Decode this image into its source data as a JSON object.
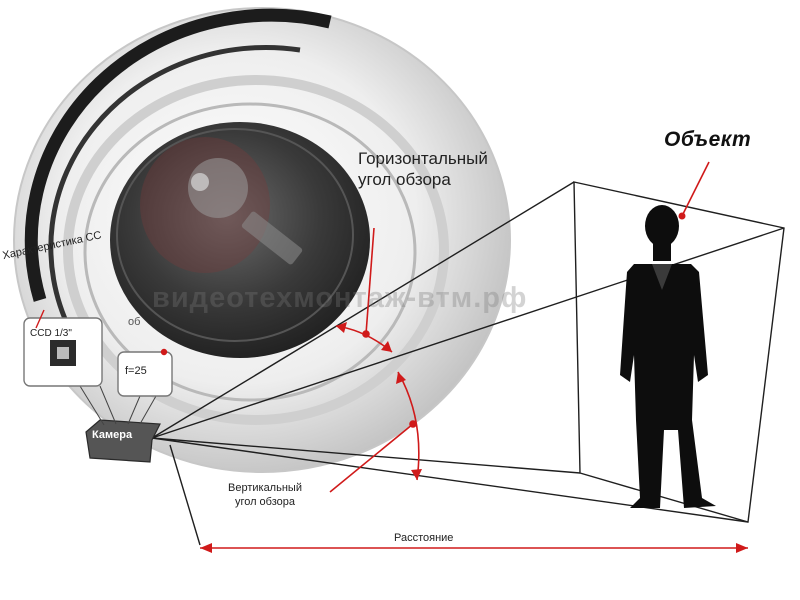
{
  "labels": {
    "horizontal_angle_line1": "Горизонтальный",
    "horizontal_angle_line2": "угол обзора",
    "object": "Объект",
    "vertical_angle_line1": "Вертикальный",
    "vertical_angle_line2": "угол обзора",
    "distance": "Расстояние",
    "camera": "Камера",
    "sensor": "CCD 1/3\"",
    "focal": "f=25",
    "sensor_characteristic": "Характеристика CC",
    "lens_fragment": "об"
  },
  "watermark": "видеотехмонтаж-втм.рф",
  "colors": {
    "accent_red": "#d01a1a",
    "line_dark": "#1f1f1f",
    "silhouette": "#0d0d0d",
    "lens_ring": "#d9d9d9",
    "lens_inner": "#3a3a3a",
    "camera_box": "#555555"
  },
  "icons": {
    "lens": "camera-lens-icon",
    "figure": "person-silhouette-icon",
    "sensor": "sensor-chip-icon"
  }
}
